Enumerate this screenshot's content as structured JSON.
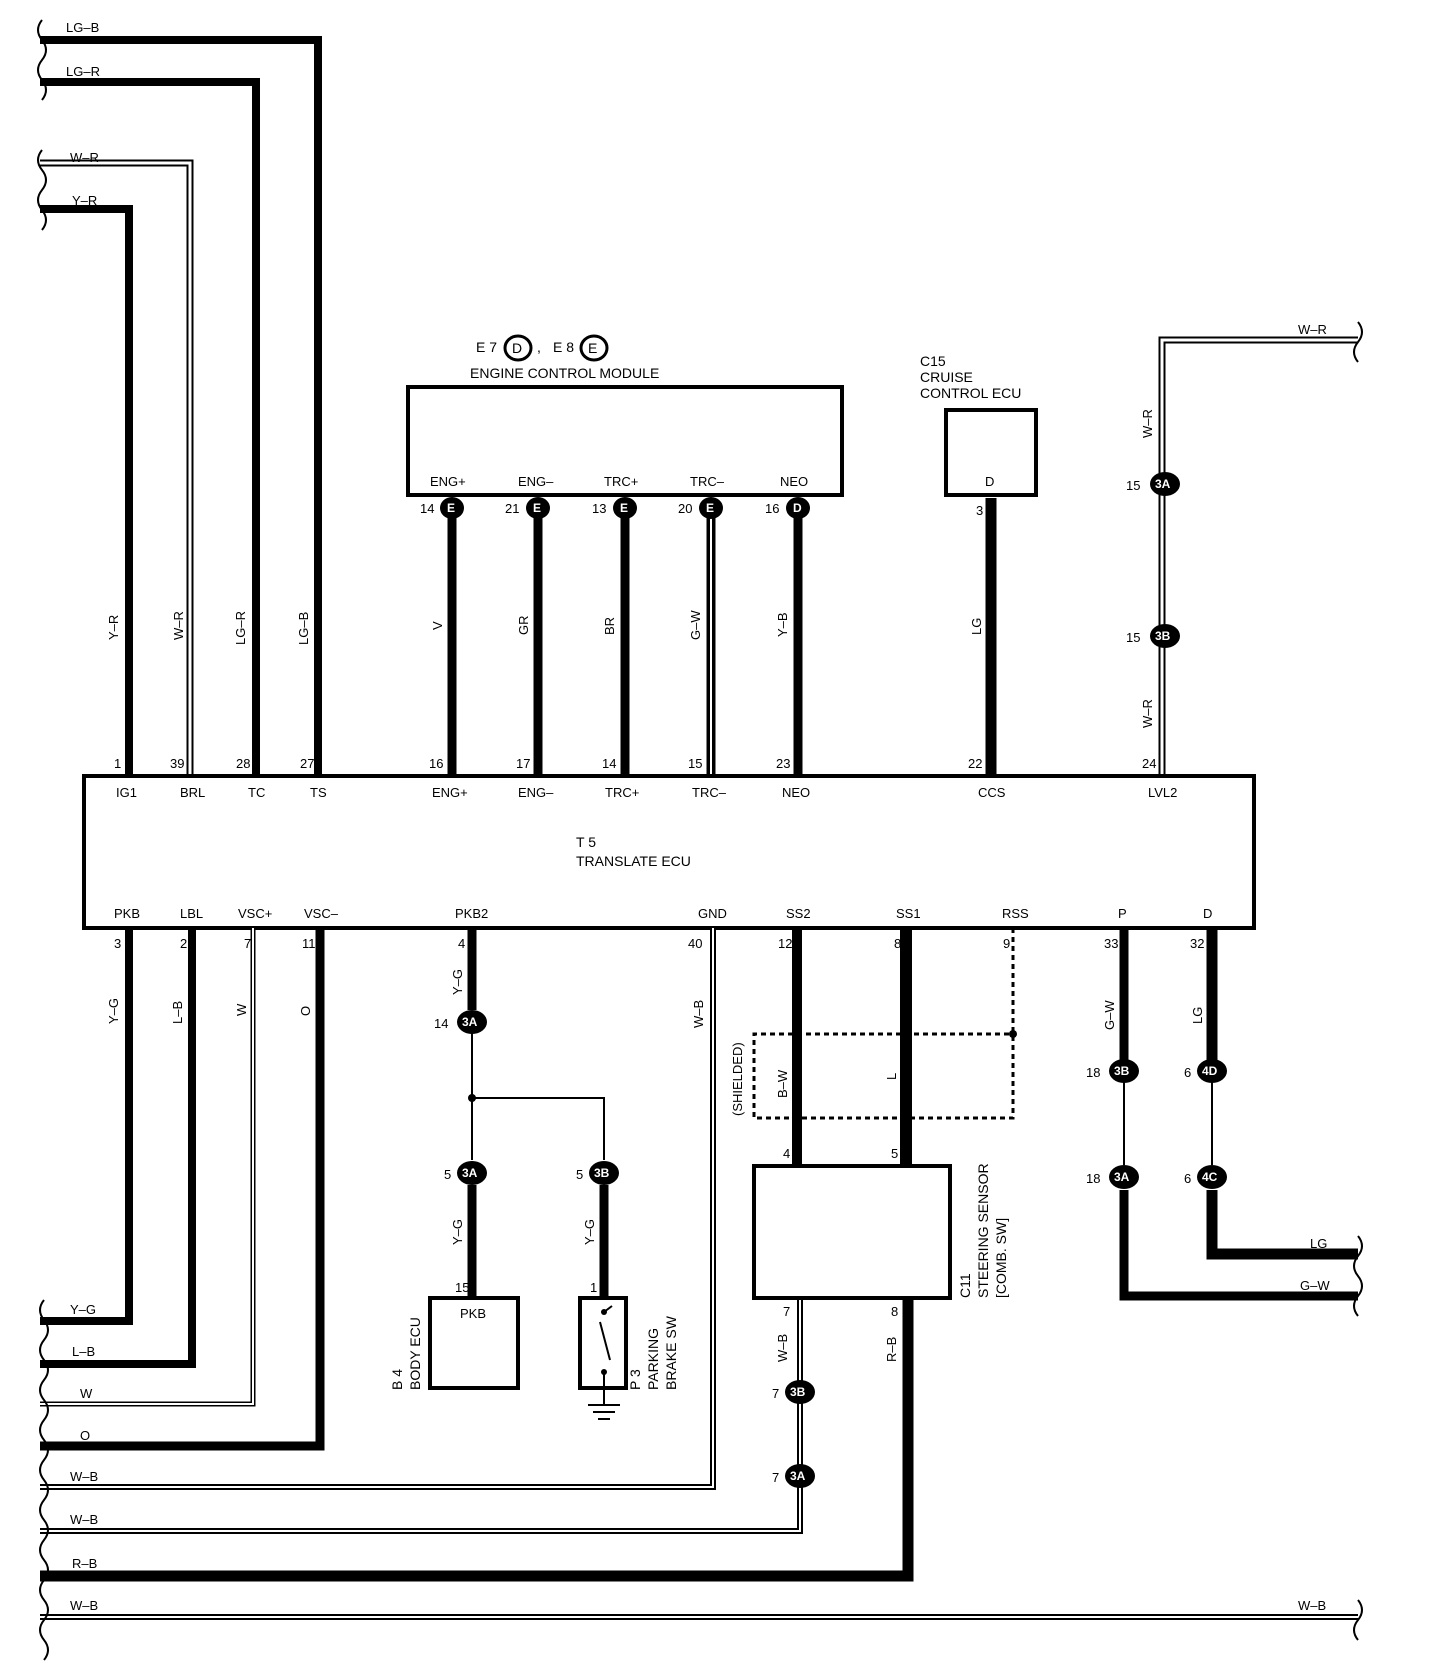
{
  "components": {
    "ecm": {
      "ref": "E 7",
      "ref2": "E 8",
      "conn1": "D",
      "conn2": "E",
      "name": "ENGINE CONTROL MODULE",
      "pins": [
        "ENG+",
        "ENG–",
        "TRC+",
        "TRC–",
        "NEO"
      ],
      "pin_nums": [
        "14",
        "21",
        "13",
        "20",
        "16"
      ],
      "pin_conn": [
        "E",
        "E",
        "E",
        "E",
        "D"
      ]
    },
    "cruise": {
      "ref": "C15",
      "name1": "CRUISE",
      "name2": "CONTROL ECU",
      "pin": "D",
      "pin_num": "3"
    },
    "translate": {
      "ref": "T 5",
      "name": "TRANSLATE ECU",
      "top_pins": [
        "IG1",
        "BRL",
        "TC",
        "TS",
        "ENG+",
        "ENG–",
        "TRC+",
        "TRC–",
        "NEO",
        "CCS",
        "LVL2"
      ],
      "top_nums": [
        "1",
        "39",
        "28",
        "27",
        "16",
        "17",
        "14",
        "15",
        "23",
        "22",
        "24"
      ],
      "bottom_pins": [
        "PKB",
        "LBL",
        "VSC+",
        "VSC–",
        "PKB2",
        "GND",
        "SS2",
        "SS1",
        "RSS",
        "P",
        "D"
      ],
      "bottom_nums": [
        "3",
        "2",
        "7",
        "11",
        "4",
        "40",
        "12",
        "8",
        "9",
        "33",
        "32"
      ]
    },
    "body_ecu": {
      "ref": "B 4",
      "name": "BODY ECU",
      "pin": "PKB",
      "pin_num": "15"
    },
    "parking": {
      "ref": "P 3",
      "name1": "PARKING",
      "name2": "BRAKE SW",
      "pin_num": "1"
    },
    "steering": {
      "ref": "C11",
      "name1": "STEERING SENSOR",
      "name2": "[COMB. SW]",
      "pins_top": [
        "4",
        "5"
      ],
      "pins_bottom": [
        "7",
        "8"
      ]
    }
  },
  "wires": {
    "left_top": [
      "LG–B",
      "LG–R",
      "W–R",
      "Y–R"
    ],
    "vertical_top": [
      "Y–R",
      "W–R",
      "LG–R",
      "LG–B",
      "V",
      "GR",
      "BR",
      "G–W",
      "Y–B",
      "LG",
      "W–R",
      "W–R"
    ],
    "vertical_bottom": [
      "Y–G",
      "L–B",
      "W",
      "O",
      "Y–G",
      "W–B",
      "B–W",
      "L",
      "G–W",
      "LG",
      "Y–G",
      "Y–G",
      "W–B",
      "R–B"
    ],
    "left_bottom": [
      "Y–G",
      "L–B",
      "W",
      "O",
      "W–B",
      "W–B",
      "R–B",
      "W–B"
    ],
    "right": [
      "W–R",
      "LG",
      "G–W",
      "W–B"
    ],
    "shielded": "(SHIELDED)"
  },
  "junctions": [
    {
      "num": "15",
      "code": "3A"
    },
    {
      "num": "15",
      "code": "3B"
    },
    {
      "num": "14",
      "code": "3A"
    },
    {
      "num": "5",
      "code": "3A"
    },
    {
      "num": "5",
      "code": "3B"
    },
    {
      "num": "18",
      "code": "3B"
    },
    {
      "num": "18",
      "code": "3A"
    },
    {
      "num": "6",
      "code": "4D"
    },
    {
      "num": "6",
      "code": "4C"
    },
    {
      "num": "7",
      "code": "3B"
    },
    {
      "num": "7",
      "code": "3A"
    }
  ]
}
